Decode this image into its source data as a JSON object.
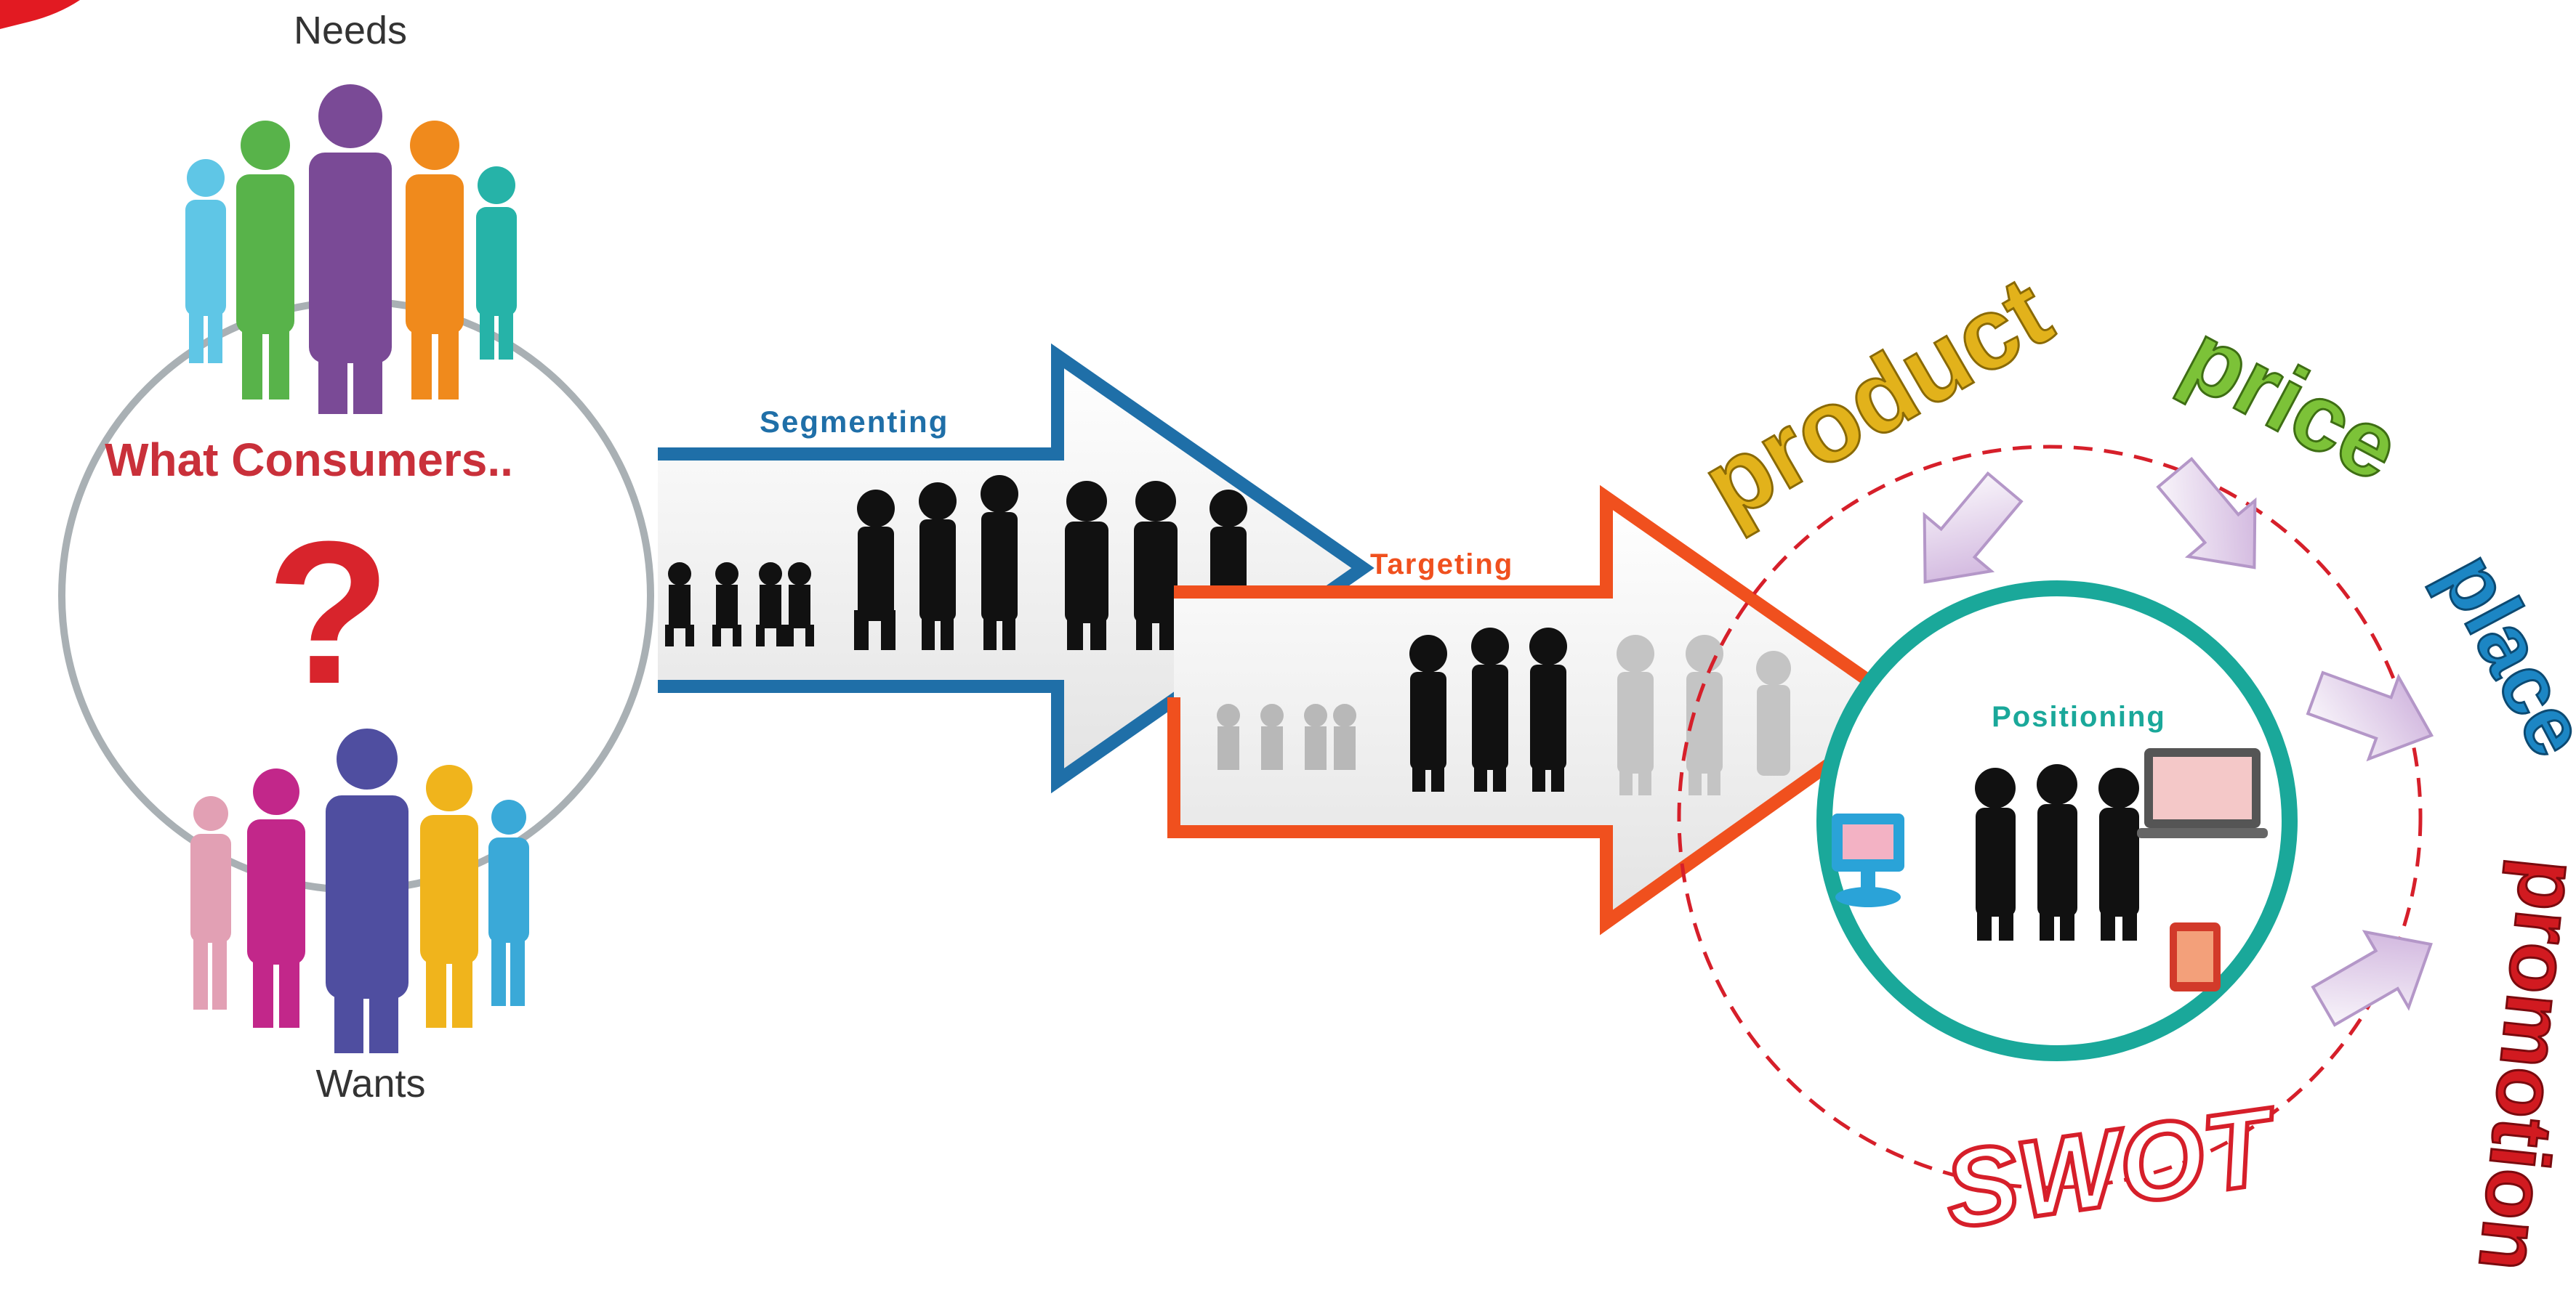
{
  "left_group": {
    "top_label": "Needs",
    "bottom_label": "Wants",
    "center_text": "What Consumers..",
    "question_mark": "?"
  },
  "arrows": {
    "segmenting": "Segmenting",
    "targeting": "Targeting",
    "positioning": "Positioning"
  },
  "marketing_mix": {
    "product": "product",
    "price": "price",
    "place": "place",
    "promotion": "promotion"
  },
  "swot": "SWOT",
  "colors": {
    "segment_blue": "#1f6fa8",
    "target_orange": "#f0501e",
    "position_teal": "#1aa89a",
    "consumers_red": "#c9303a",
    "product_yellow": "#e2b21b",
    "price_green": "#7cc238",
    "place_blue": "#1c86c4",
    "promotion_red": "#d11a20"
  }
}
